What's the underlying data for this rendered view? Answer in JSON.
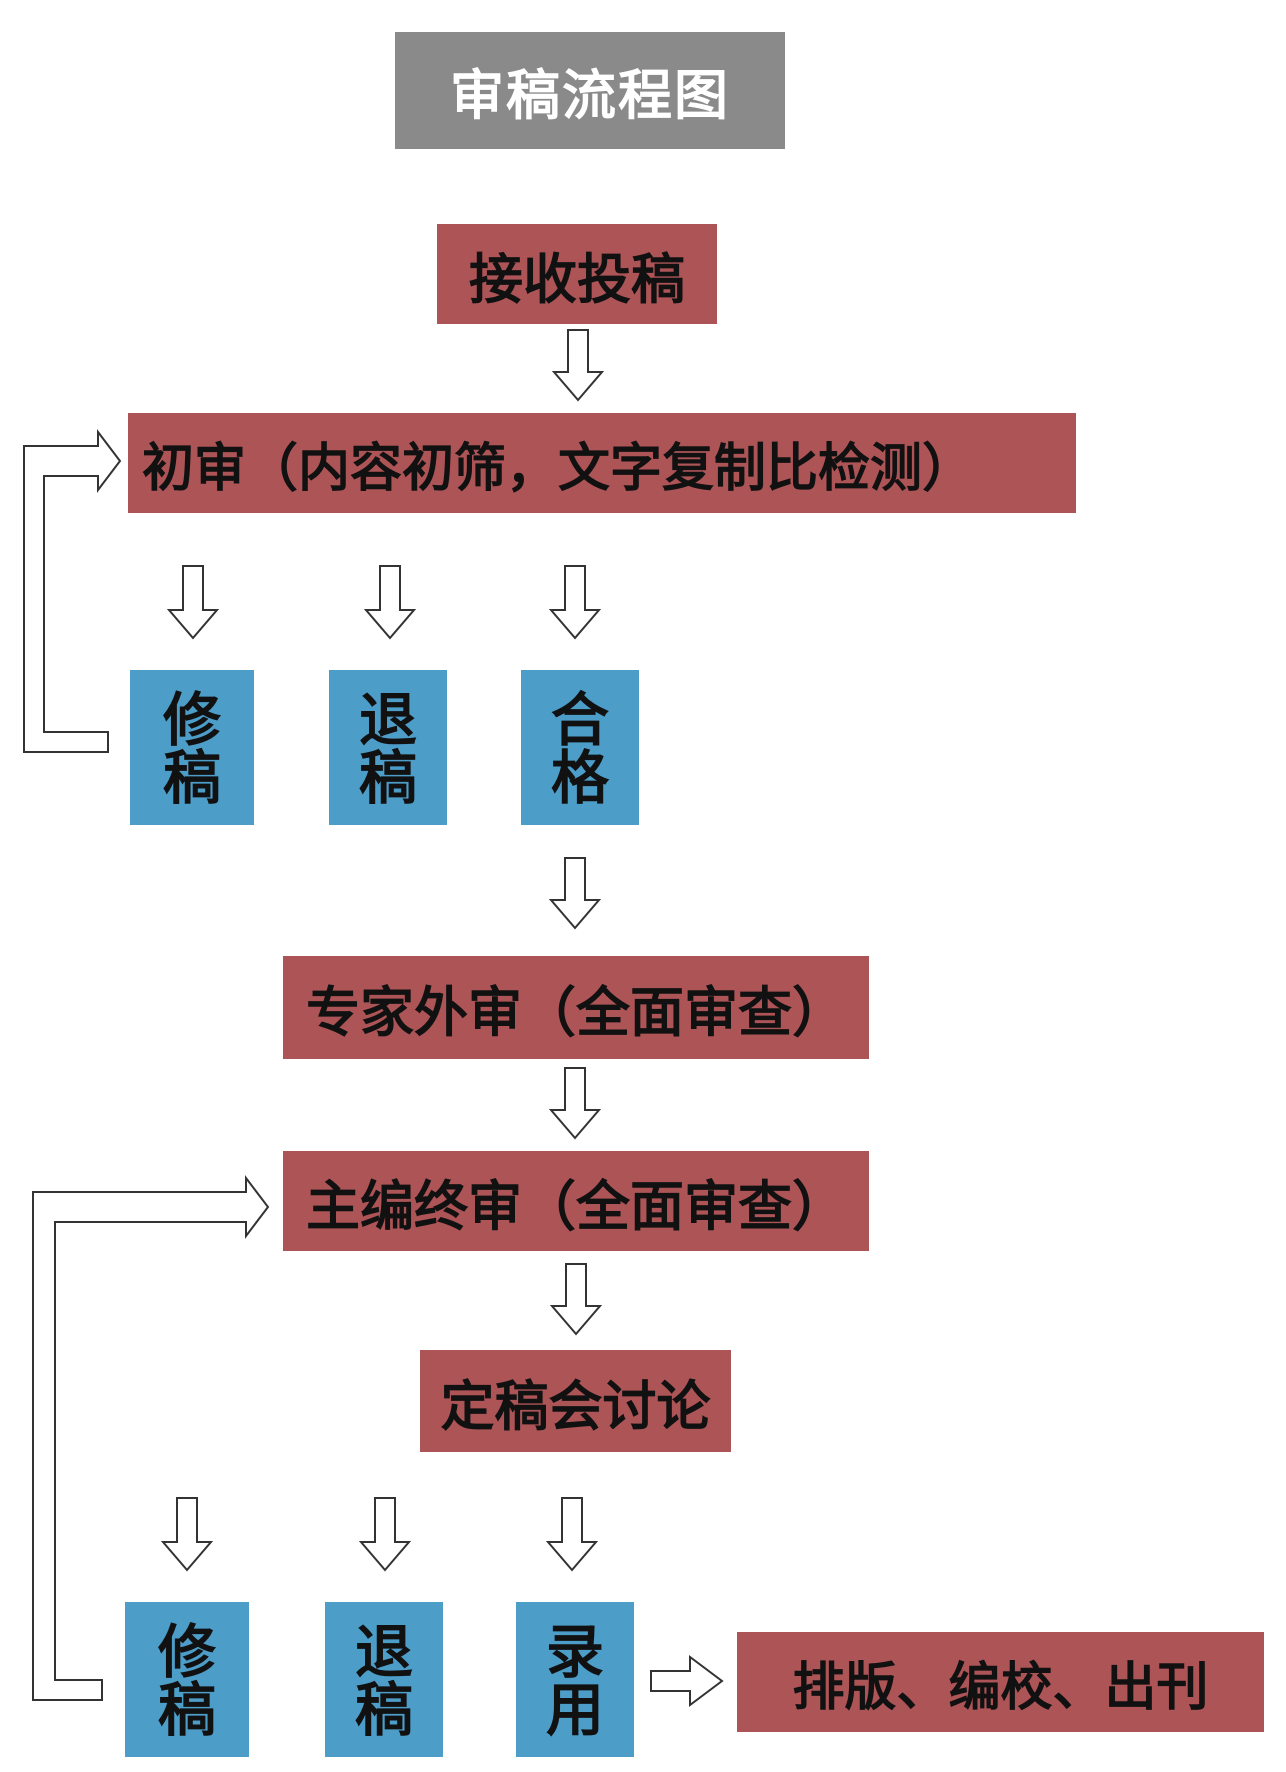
{
  "title": "审稿流程图",
  "steps": {
    "receive": "接收投稿",
    "initial_review": "初审（内容初筛，文字复制比检测）",
    "expert_review": "专家外审（全面审查）",
    "chief_review": "主编终审（全面审查）",
    "final_meeting": "定稿会讨论",
    "publish": "排版、编校、出刊"
  },
  "outcomes_initial": [
    {
      "line1": "修",
      "line2": "稿"
    },
    {
      "line1": "退",
      "line2": "稿"
    },
    {
      "line1": "合",
      "line2": "格"
    }
  ],
  "outcomes_final": [
    {
      "line1": "修",
      "line2": "稿"
    },
    {
      "line1": "退",
      "line2": "稿"
    },
    {
      "line1": "录",
      "line2": "用"
    }
  ],
  "colors": {
    "title_bg": "#8a8a8a",
    "step_bg": "#ad5457",
    "outcome_bg": "#4d9dc9"
  }
}
